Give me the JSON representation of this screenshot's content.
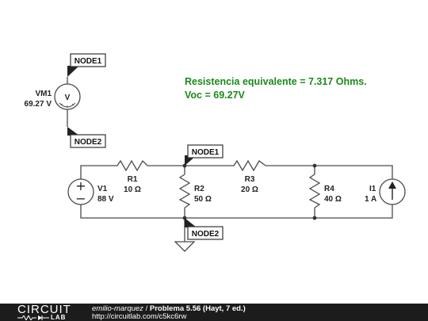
{
  "annotation": {
    "line1": "Resistencia equivalente = 7.317 Ohms.",
    "line2": "Voc = 69.27V"
  },
  "voltmeter": {
    "name": "VM1",
    "value": "69.27 V",
    "symbol": "V"
  },
  "node_labels": [
    "NODE1",
    "NODE2",
    "NODE1",
    "NODE2"
  ],
  "components": {
    "V1": {
      "name": "V1",
      "value": "88 V",
      "plus": "+",
      "minus": "−"
    },
    "R1": {
      "name": "R1",
      "value": "10 Ω"
    },
    "R2": {
      "name": "R2",
      "value": "50 Ω"
    },
    "R3": {
      "name": "R3",
      "value": "20 Ω"
    },
    "R4": {
      "name": "R4",
      "value": "40 Ω"
    },
    "I1": {
      "name": "I1",
      "value": "1 A"
    }
  },
  "footer": {
    "logo_top": "CIRCUIT",
    "logo_bottom": "LAB",
    "author": "emilio-marquez",
    "separator": " / ",
    "title": "Problema 5.56 (Hayt, 7 ed.)",
    "url": "http://circuitlab.com/c5kc6rw"
  },
  "colors": {
    "annotation": "#1a8a1a",
    "wire": "#4a4a4a",
    "footer_bg": "#1c1c1c"
  }
}
